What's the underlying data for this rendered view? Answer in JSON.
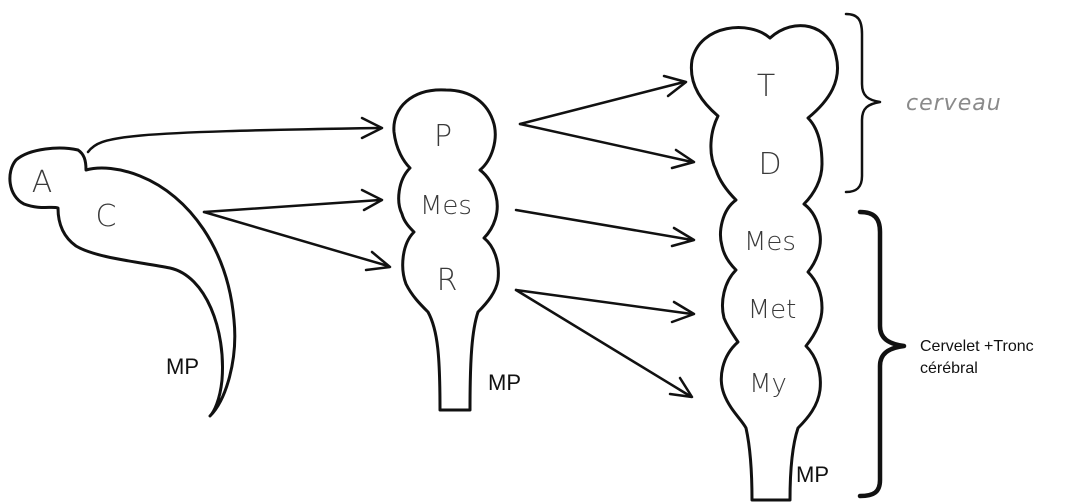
{
  "stage1": {
    "vesicles": {
      "a": "A",
      "c": "C"
    },
    "spinal_cord": "MP"
  },
  "stage2": {
    "vesicles": {
      "p": "P",
      "mes": "Mes",
      "r": "R"
    },
    "spinal_cord": "MP"
  },
  "stage3": {
    "vesicles": {
      "t": "T",
      "d": "D",
      "mes": "Mes",
      "met": "Met",
      "my": "My"
    },
    "spinal_cord": "MP"
  },
  "groups": {
    "cerveau": "cerveau",
    "cervelet_tronc_line1": "Cervelet +Tronc",
    "cervelet_tronc_line2": "cérébral"
  },
  "colors": {
    "stroke": "#111111",
    "handwriting": "#3a3a3a",
    "cerveau_label": "#8a8a8a"
  }
}
